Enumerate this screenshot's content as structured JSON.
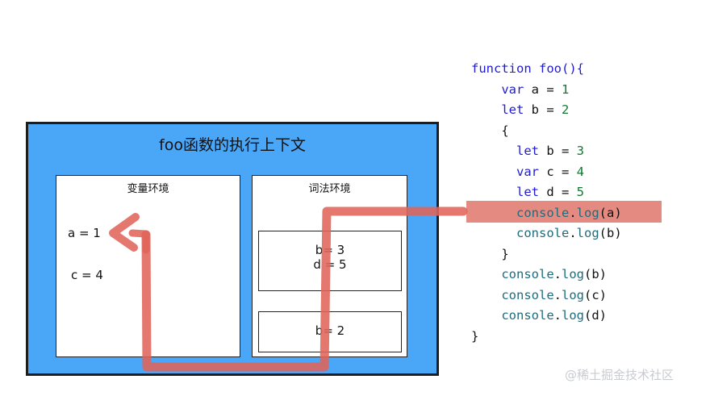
{
  "context": {
    "title": "foo函数的执行上下文",
    "variable_env": {
      "title": "变量环境",
      "vars": [
        "a = 1",
        "c = 4"
      ]
    },
    "lexical_env": {
      "title": "词法环境",
      "blocks": [
        [
          "b= 3",
          "d = 5"
        ],
        [
          "b= 2"
        ]
      ]
    }
  },
  "code": {
    "lines": [
      {
        "indent": "",
        "tokens": [
          [
            "kw",
            "function"
          ],
          [
            "plain",
            " "
          ],
          [
            "kw",
            "foo(){"
          ]
        ]
      },
      {
        "indent": "    ",
        "tokens": [
          [
            "kw",
            "var"
          ],
          [
            "plain",
            " a = "
          ],
          [
            "num",
            "1"
          ]
        ]
      },
      {
        "indent": "    ",
        "tokens": [
          [
            "kw",
            "let"
          ],
          [
            "plain",
            " b = "
          ],
          [
            "num",
            "2"
          ]
        ]
      },
      {
        "indent": "    ",
        "tokens": [
          [
            "plain",
            "{"
          ]
        ]
      },
      {
        "indent": "      ",
        "tokens": [
          [
            "kw",
            "let"
          ],
          [
            "plain",
            " b = "
          ],
          [
            "num",
            "3"
          ]
        ]
      },
      {
        "indent": "      ",
        "tokens": [
          [
            "kw",
            "var"
          ],
          [
            "plain",
            " c = "
          ],
          [
            "num",
            "4"
          ]
        ]
      },
      {
        "indent": "      ",
        "tokens": [
          [
            "kw",
            "let"
          ],
          [
            "plain",
            " d = "
          ],
          [
            "num",
            "5"
          ]
        ]
      },
      {
        "indent": "      ",
        "tokens": [
          [
            "call",
            "console"
          ],
          [
            "plain",
            "."
          ],
          [
            "call",
            "log"
          ],
          [
            "plain",
            "(a)"
          ]
        ]
      },
      {
        "indent": "      ",
        "tokens": [
          [
            "call",
            "console"
          ],
          [
            "plain",
            "."
          ],
          [
            "call",
            "log"
          ],
          [
            "plain",
            "(b)"
          ]
        ]
      },
      {
        "indent": "    ",
        "tokens": [
          [
            "plain",
            "}"
          ]
        ]
      },
      {
        "indent": "    ",
        "tokens": [
          [
            "call",
            "console"
          ],
          [
            "plain",
            "."
          ],
          [
            "call",
            "log"
          ],
          [
            "plain",
            "(b)"
          ]
        ]
      },
      {
        "indent": "    ",
        "tokens": [
          [
            "call",
            "console"
          ],
          [
            "plain",
            "."
          ],
          [
            "call",
            "log"
          ],
          [
            "plain",
            "(c)"
          ]
        ]
      },
      {
        "indent": "    ",
        "tokens": [
          [
            "call",
            "console"
          ],
          [
            "plain",
            "."
          ],
          [
            "call",
            "log"
          ],
          [
            "plain",
            "(d)"
          ]
        ]
      },
      {
        "indent": "",
        "tokens": [
          [
            "plain",
            "}"
          ]
        ]
      }
    ],
    "highlighted_line": 7
  },
  "colors": {
    "context_bg": "#4aa6f7",
    "highlight": "#e58a80",
    "lookup_path": "#e0645a"
  },
  "watermark": "@稀土掘金技术社区"
}
